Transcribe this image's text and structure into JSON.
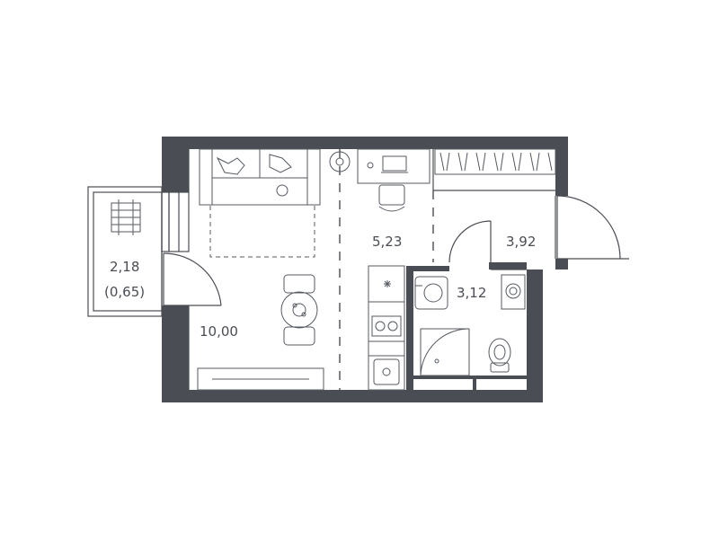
{
  "colors": {
    "wall": "#4a4d54",
    "background": "#ffffff",
    "line": "#555a62"
  },
  "rooms": {
    "living_room": {
      "area": "10,00"
    },
    "kitchen": {
      "area": "5,23"
    },
    "hallway": {
      "area": "3,92"
    },
    "bathroom": {
      "area": "3,12"
    },
    "balcony": {
      "area": "2,18",
      "reduced_area": "(0,65)"
    }
  }
}
